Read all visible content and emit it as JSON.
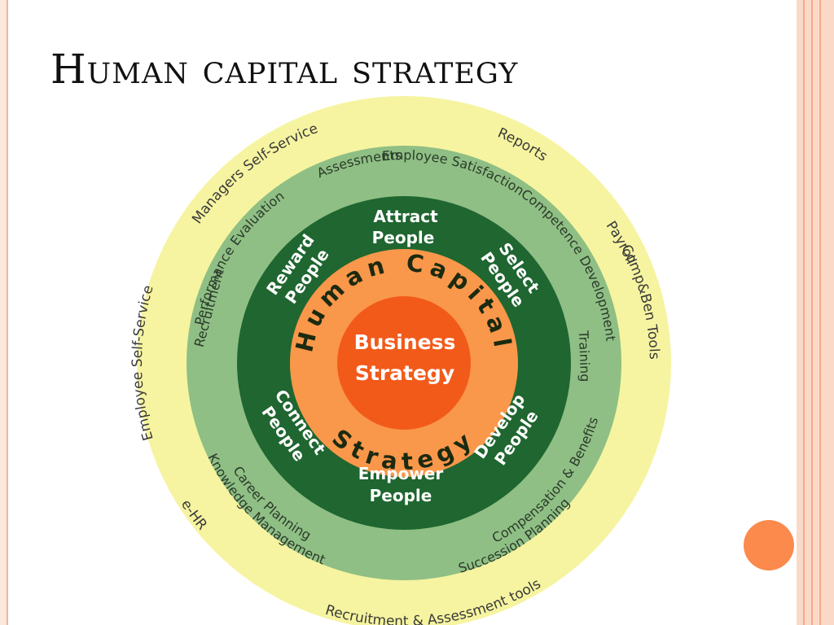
{
  "title": "Human capital strategy",
  "colors": {
    "outer_ring": "#f6f4a0",
    "light_green_ring": "#8fbf84",
    "dark_green_ring": "#1f6630",
    "orange_ring": "#f9974a",
    "core": "#f25a1a",
    "accent_dot": "#fb8a4c"
  },
  "diagram": {
    "outer_labels": [
      "Managers Self-Service",
      "Reports",
      "Payroll",
      "Comp&Ben Tools",
      "Recruitment & Assessment tools",
      "e-HR",
      "Employee Self-Service"
    ],
    "middle_labels": [
      "Assessments",
      "Employee Satisfaction",
      "Competence Development",
      "Training",
      "Compensation & Benefits",
      "Succession Planning",
      "Knowledge Management",
      "Career Planning",
      "Recruitment",
      "Performance Evaluation"
    ],
    "inner_labels": {
      "attract": [
        "Attract",
        "People"
      ],
      "select": [
        "Select",
        "People"
      ],
      "develop": [
        "Develop",
        "People"
      ],
      "empower": [
        "Empower",
        "People"
      ],
      "connect": [
        "Connect",
        "People"
      ],
      "reward": [
        "Reward",
        "People"
      ]
    },
    "ring_top": "Human Capital",
    "ring_bottom": "Strategy",
    "core_lines": [
      "Business",
      "Strategy"
    ]
  }
}
